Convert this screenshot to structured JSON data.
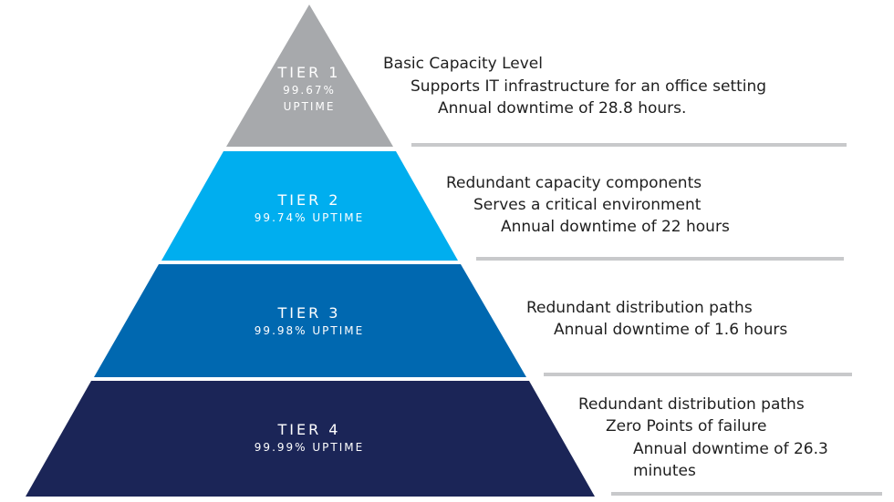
{
  "colors": {
    "tier1": "#a7a9ac",
    "tier2": "#00aeef",
    "tier3": "#0068b0",
    "tier4": "#1b2557",
    "separator": "#c8c9cb"
  },
  "tiers": [
    {
      "title": "TIER 1",
      "percent": "99.67%",
      "uptime": "UPTIME",
      "descriptions": [
        "Basic Capacity Level",
        "Supports IT infrastructure for an office setting",
        "Annual downtime of 28.8 hours."
      ]
    },
    {
      "title": "TIER 2",
      "subtitle": "99.74% UPTIME",
      "descriptions": [
        "Redundant capacity components",
        "Serves a critical environment",
        "Annual downtime of 22 hours"
      ]
    },
    {
      "title": "TIER 3",
      "subtitle": "99.98% UPTIME",
      "descriptions": [
        "Redundant distribution paths",
        "Annual downtime of 1.6 hours"
      ]
    },
    {
      "title": "TIER 4",
      "subtitle": "99.99% UPTIME",
      "descriptions": [
        "Redundant distribution paths",
        "Zero Points of failure",
        "Annual downtime of 26.3",
        "minutes"
      ]
    }
  ]
}
